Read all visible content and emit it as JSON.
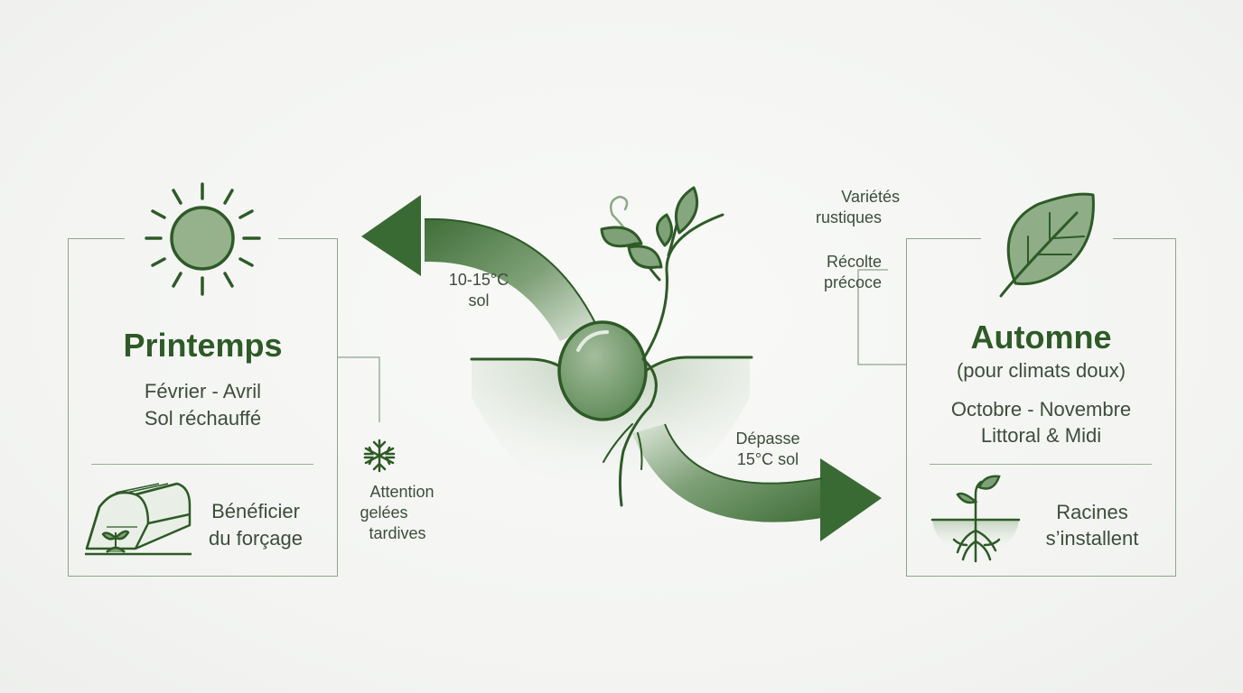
{
  "left_panel": {
    "title": "Printemps",
    "months": "Février - Avril",
    "condition": "Sol réchauffé",
    "benefit_line1": "Bénéficier",
    "benefit_line2": "du forçage"
  },
  "right_panel": {
    "title": "Automne",
    "subtitle": "(pour climats doux)",
    "months": "Octobre - Novembre",
    "region": "Littoral & Midi",
    "benefit_line1": "Racines",
    "benefit_line2": "s’installent"
  },
  "left_arrow": {
    "line1": "10-15°C",
    "line2": "sol"
  },
  "right_arrow": {
    "line1": "Dépasse",
    "line2": "15°C sol"
  },
  "frost_note": {
    "line1": "Attention",
    "line2": "gelées",
    "line3": "tardives"
  },
  "right_notes": {
    "varieties_line1": "Variétés",
    "varieties_line2": "rustiques",
    "harvest_line1": "Récolte",
    "harvest_line2": "précoce"
  },
  "icons": [
    "sun-icon",
    "greenhouse-icon",
    "snowflake-icon",
    "seedling-seed-icon",
    "leaf-icon",
    "rooted-sprout-icon"
  ],
  "colors": {
    "dark_green": "#2e5a27",
    "mid_green": "#6d9566",
    "light_green": "#a9c0a3",
    "line": "#8fa38b"
  }
}
